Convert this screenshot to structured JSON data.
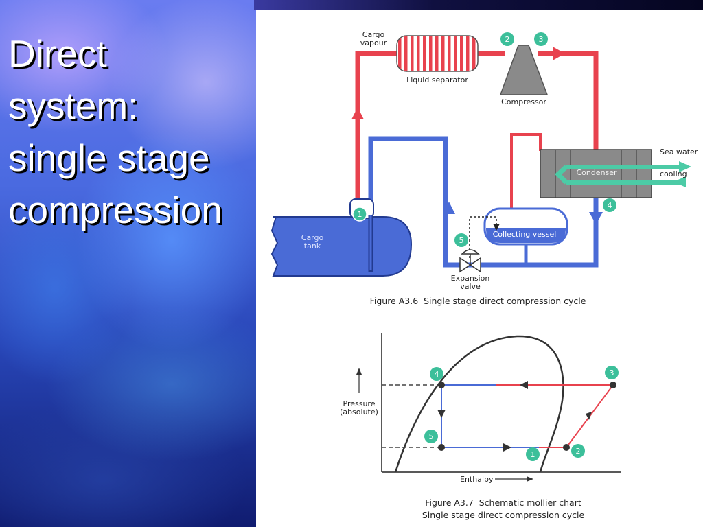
{
  "slide": {
    "title_lines": [
      "Direct",
      "system:",
      "single stage",
      "compression"
    ]
  },
  "figure_a36": {
    "labels": {
      "cargo_vapour": [
        "Cargo",
        "vapour"
      ],
      "liquid_separator": "Liquid separator",
      "compressor": "Compressor",
      "sea_water": "Sea water",
      "cooling": "cooling",
      "condenser": "Condenser",
      "collecting_vessel": "Collecting vessel",
      "cargo_tank": [
        "Cargo",
        "tank"
      ],
      "expansion_valve": [
        "Expansion",
        "valve"
      ]
    },
    "point_markers": [
      "1",
      "2",
      "3",
      "4",
      "5"
    ],
    "caption": "Figure A3.6  Single stage direct compression cycle"
  },
  "figure_a37": {
    "y_axis_label": [
      "Pressure",
      "(absolute)"
    ],
    "x_axis_label": "Enthalpy",
    "point_markers": [
      "1",
      "2",
      "3",
      "4",
      "5"
    ],
    "caption": [
      "Figure A3.7  Schematic mollier chart",
      "Single stage direct compression cycle"
    ]
  },
  "colors": {
    "vapour_line": "#e8424e",
    "liquid_line": "#4a6bd6",
    "marker": "#3cbf9a",
    "seawater": "#4ccba6",
    "condenser": "#8a8a8a"
  }
}
